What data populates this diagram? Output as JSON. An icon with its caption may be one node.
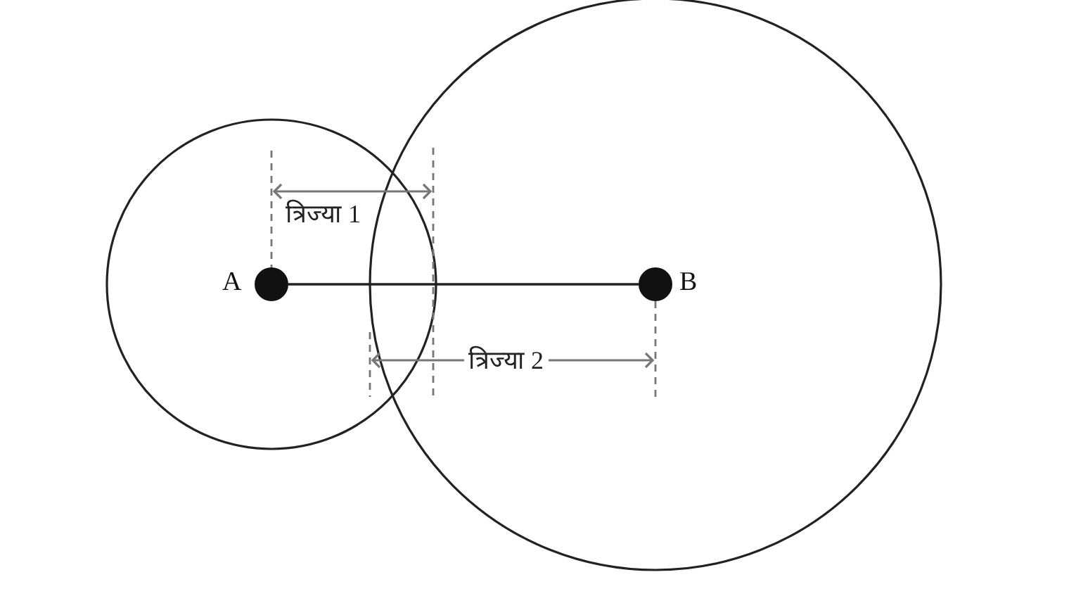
{
  "diagram": {
    "nodes": [
      {
        "text": [
          "A"
        ]
      },
      {
        "text": [
          "B"
        ]
      }
    ],
    "edges": [
      {
        "from": 0,
        "to": 1,
        "arrow": "none"
      }
    ],
    "labels": [
      "त्रिज्या 1",
      "त्रिज्या 2"
    ]
  }
}
